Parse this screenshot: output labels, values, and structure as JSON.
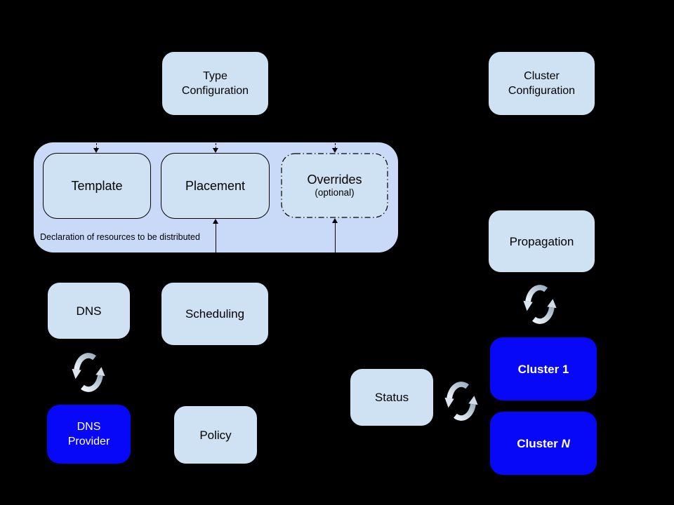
{
  "diagram": {
    "background": "#000000",
    "colors": {
      "light_box_fill": "#cfe2f3",
      "container_fill": "#c9daf8",
      "cluster_blue": "#0808f8",
      "text_dark": "#000000",
      "text_light": "#ffffff",
      "sync_arrow_light": "#eef4f9",
      "sync_arrow_dark": "#9cb0c2"
    },
    "nodes": {
      "type_configuration": {
        "line1": "Type",
        "line2": "Configuration"
      },
      "cluster_configuration": {
        "line1": "Cluster",
        "line2": "Configuration"
      },
      "template": {
        "label": "Template"
      },
      "placement": {
        "label": "Placement"
      },
      "overrides": {
        "label": "Overrides",
        "note": "(optional)"
      },
      "declaration_caption": "Declaration of resources to be distributed",
      "dns": {
        "label": "DNS"
      },
      "scheduling": {
        "label": "Scheduling"
      },
      "dns_provider": {
        "line1": "DNS",
        "line2": "Provider"
      },
      "policy": {
        "label": "Policy"
      },
      "propagation": {
        "label": "Propagation"
      },
      "status": {
        "label": "Status"
      },
      "cluster_1": {
        "label": "Cluster 1"
      },
      "cluster_n": {
        "prefix": "Cluster ",
        "n": "N"
      }
    },
    "icons": {
      "sync": "sync-arrows-icon"
    }
  }
}
